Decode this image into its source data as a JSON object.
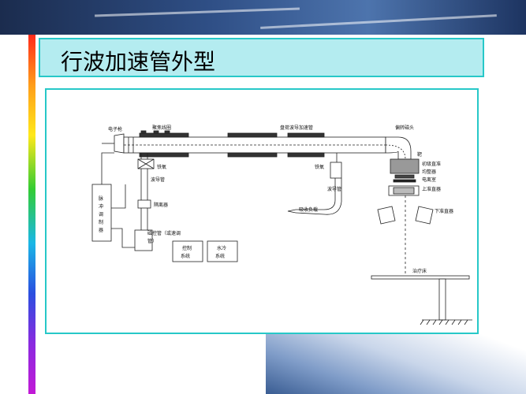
{
  "slide": {
    "title": "行波加速管外型"
  },
  "diagram": {
    "labels": {
      "electron_gun": "电子枪",
      "focus_coil": "聚焦线圈",
      "accelerator_tube": "盘荷波导加速管",
      "bending_magnet": "偏转磁头",
      "target": "靶",
      "primary_collimator": "初级直准",
      "flattening_filter": "均整器",
      "ion_chamber": "电离室",
      "upper_collimator": "上准直器",
      "lower_collimator": "下准直器",
      "treatment_couch": "治疗床",
      "ferrite_left": "铁氧",
      "ferrite_right": "铁氧",
      "waveguide_left": "波导管",
      "waveguide_right": "波导管",
      "isolator": "隔离器",
      "absorbing_load": "吸收负载",
      "modulator_char1": "脉",
      "modulator_char2": "冲",
      "modulator_char3": "调",
      "modulator_char4": "制",
      "modulator_char5": "器",
      "magnetron_line1": "磁控管（或速调",
      "magnetron_line2": "管）",
      "control_line1": "控制",
      "control_line2": "系统",
      "water_line1": "水冷",
      "water_line2": "系统"
    }
  }
}
